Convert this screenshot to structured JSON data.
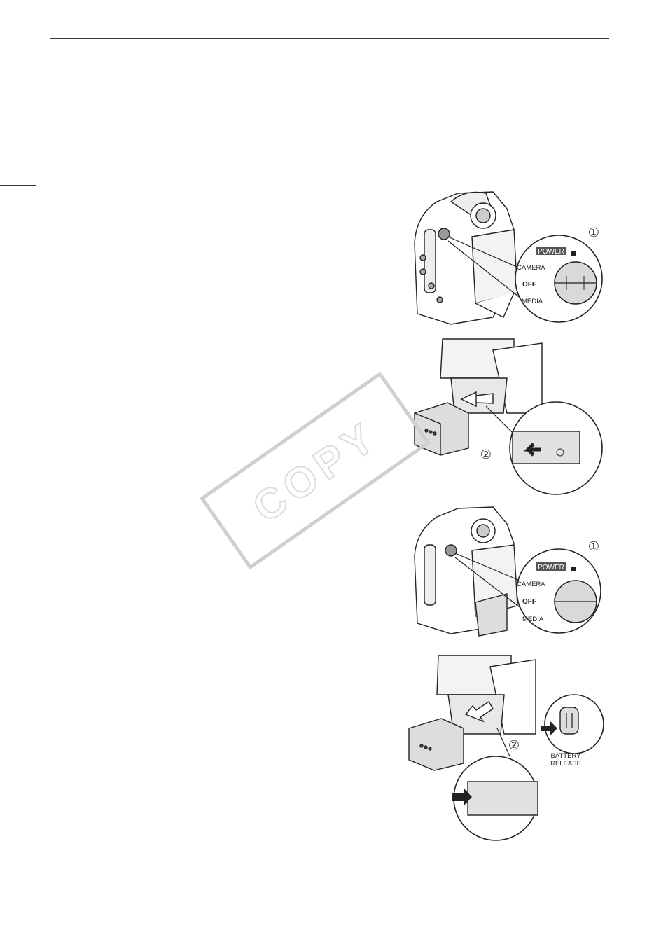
{
  "figure_1": {
    "step_marker": "①",
    "power_badge": "POWER",
    "mode_labels": {
      "camera": "CAMERA",
      "off": "OFF",
      "media": "MEDIA"
    }
  },
  "figure_2": {
    "step_marker": "②"
  },
  "figure_3": {
    "step_marker": "①",
    "power_badge": "POWER",
    "mode_labels": {
      "camera": "CAMERA",
      "off": "OFF",
      "media": "MEDIA"
    }
  },
  "figure_4": {
    "step_marker": "②",
    "release_label_line1": "BATTERY",
    "release_label_line2": "RELEASE"
  },
  "watermark": {
    "text": "COPY"
  }
}
